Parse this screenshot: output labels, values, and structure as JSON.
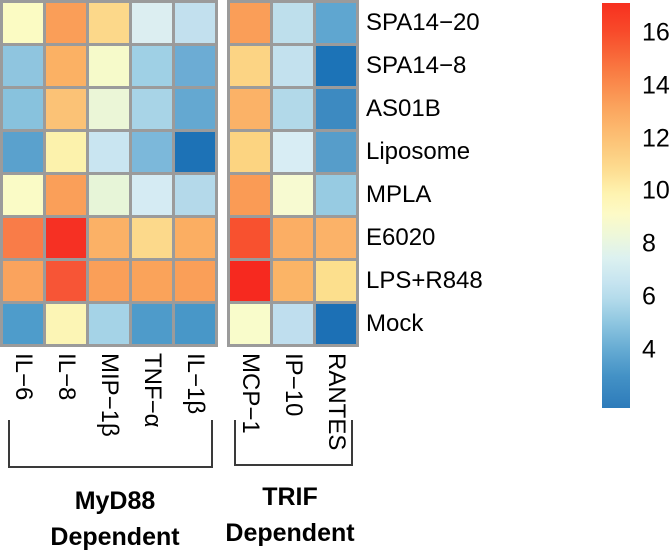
{
  "figure_background": "#ffffff",
  "chart_data": {
    "type": "heatmap",
    "grid_color": "#9b9b9b",
    "text_color": "#000000",
    "bracket_color": "#3a3a3a",
    "rows": [
      "SPA14−20",
      "SPA14−8",
      "AS01B",
      "Liposome",
      "MPLA",
      "E6020",
      "LPS+R848",
      "Mock"
    ],
    "value_scale": {
      "min": 2,
      "max": 17,
      "legend_ticks": [
        16,
        14,
        12,
        10,
        8,
        6,
        4
      ]
    },
    "panels": [
      {
        "id": "myd88",
        "group_title_line1": "MyD88",
        "group_title_line2": "Dependent",
        "columns": [
          "IL−6",
          "IL−8",
          "MIP−1β",
          "TNF−α",
          "IL−1β"
        ],
        "values": [
          [
            9.9,
            13.5,
            11.9,
            7.6,
            7.0
          ],
          [
            6.2,
            13.0,
            9.4,
            6.5,
            5.4
          ],
          [
            6.1,
            12.5,
            8.7,
            6.6,
            5.2
          ],
          [
            5.0,
            10.5,
            7.2,
            5.8,
            3.5
          ],
          [
            9.8,
            13.5,
            8.6,
            7.5,
            6.8
          ],
          [
            14.6,
            16.4,
            13.0,
            11.9,
            13.1
          ],
          [
            13.4,
            15.4,
            13.5,
            13.4,
            13.5
          ],
          [
            4.7,
            10.3,
            6.6,
            4.7,
            4.6
          ]
        ],
        "colors": [
          [
            "#FBFBC3",
            "#FA9E58",
            "#FCD88A",
            "#DCEEF1",
            "#C2E0EE"
          ],
          [
            "#8FC5DF",
            "#FBB164",
            "#F6FACA",
            "#9FD0E5",
            "#6CACD4"
          ],
          [
            "#88C2DD",
            "#FBC276",
            "#EBF6D7",
            "#A8D4E7",
            "#64A8D1"
          ],
          [
            "#5AA1CD",
            "#FCF2AC",
            "#C9E5F1",
            "#7CB8DA",
            "#1D72B6"
          ],
          [
            "#FAFBC6",
            "#FA9F59",
            "#E7F5D8",
            "#D5EBF3",
            "#B4D9EA"
          ],
          [
            "#F97C48",
            "#F63023",
            "#FBB166",
            "#FCD98B",
            "#FBAE62"
          ],
          [
            "#FAA35D",
            "#F75536",
            "#FA9F58",
            "#FAA35A",
            "#FA9F58"
          ],
          [
            "#4E9CCB",
            "#FCF5B5",
            "#A5D3E7",
            "#4E9BCA",
            "#4897C8"
          ]
        ]
      },
      {
        "id": "trif",
        "group_title_line1": "TRIF",
        "group_title_line2": "Dependent",
        "columns": [
          "MCP−1",
          "IP−10",
          "RANTES"
        ],
        "values": [
          [
            13.5,
            7.0,
            5.1
          ],
          [
            12.1,
            7.1,
            3.5
          ],
          [
            13.0,
            6.8,
            4.3
          ],
          [
            12.1,
            7.6,
            4.9
          ],
          [
            13.6,
            9.3,
            6.3
          ],
          [
            15.5,
            13.1,
            13.0
          ],
          [
            16.5,
            13.0,
            11.7
          ],
          [
            9.4,
            7.0,
            3.4
          ]
        ],
        "colors": [
          [
            "#FA9E58",
            "#BEDFEC",
            "#5FA6D0"
          ],
          [
            "#FCD484",
            "#C3E1EE",
            "#1C73B7"
          ],
          [
            "#FBB267",
            "#B2D9E9",
            "#3D8AC1"
          ],
          [
            "#FCD481",
            "#D8EDF4",
            "#569DCA"
          ],
          [
            "#FA9B55",
            "#F7FAD1",
            "#97CBE2"
          ],
          [
            "#F8512F",
            "#FBAE64",
            "#FBB268"
          ],
          [
            "#F6291F",
            "#FBB466",
            "#FCDF8D"
          ],
          [
            "#F9FCCB",
            "#BFDEEE",
            "#1C70B5"
          ]
        ]
      }
    ],
    "colorbar": {
      "ticks": [
        16,
        14,
        12,
        10,
        8,
        6,
        4
      ],
      "gradient": [
        {
          "pos": 0,
          "color": "#F7301F"
        },
        {
          "pos": 7,
          "color": "#F84A2A"
        },
        {
          "pos": 17,
          "color": "#F97C43"
        },
        {
          "pos": 26,
          "color": "#FBA55E"
        },
        {
          "pos": 34,
          "color": "#FCC377"
        },
        {
          "pos": 41,
          "color": "#FDDC90"
        },
        {
          "pos": 47,
          "color": "#FEF3B0"
        },
        {
          "pos": 52,
          "color": "#FDFAC6"
        },
        {
          "pos": 58,
          "color": "#ECF7DC"
        },
        {
          "pos": 63,
          "color": "#DCF1F0"
        },
        {
          "pos": 69,
          "color": "#C6E4F0"
        },
        {
          "pos": 73,
          "color": "#B4DBEB"
        },
        {
          "pos": 79,
          "color": "#8EC6E0"
        },
        {
          "pos": 86,
          "color": "#63A9D2"
        },
        {
          "pos": 92,
          "color": "#4492C6"
        },
        {
          "pos": 100,
          "color": "#2D7BBA"
        }
      ]
    }
  }
}
